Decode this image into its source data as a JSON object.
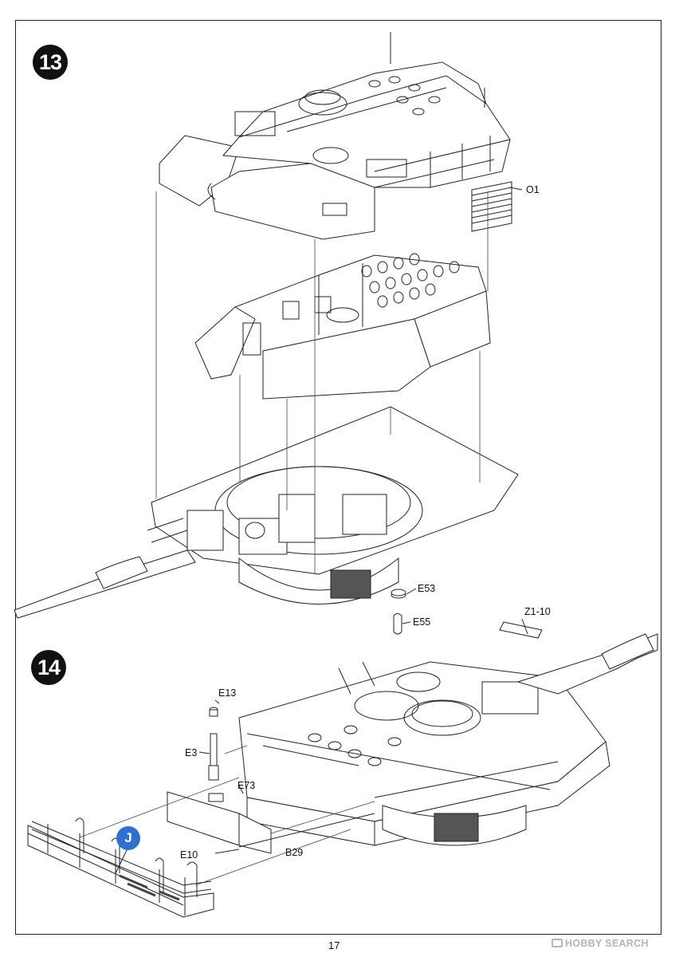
{
  "steps": {
    "step13_number": "13",
    "step14_number": "14"
  },
  "parts": {
    "O1": "O1",
    "E53": "E53",
    "E55": "E55",
    "Z1_10": "Z1-10",
    "E13": "E13",
    "E3": "E3",
    "E73": "E73",
    "E10": "E10",
    "B29": "B29"
  },
  "callout": {
    "label": "J",
    "color": "#2f6fd0"
  },
  "page_number": "17",
  "watermark": "HOBBY SEARCH",
  "colors": {
    "line": "#222222",
    "grille": "#444444"
  }
}
